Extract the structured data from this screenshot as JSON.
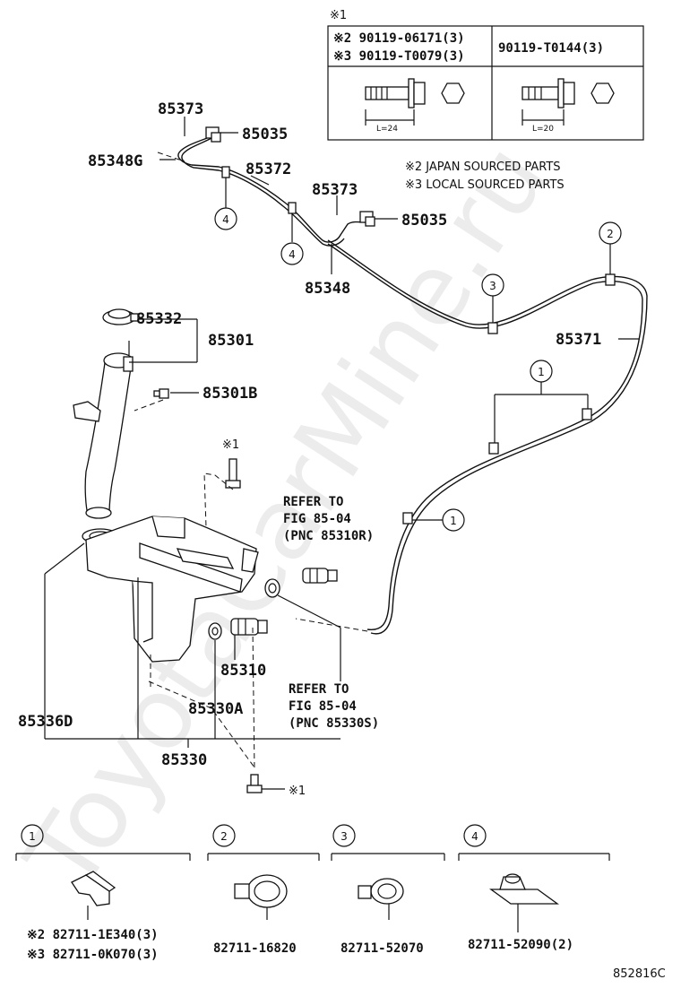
{
  "watermark": "ToyotaCarMine.ru",
  "figure_code": "852816C",
  "fastener_table": {
    "title": "※1",
    "left_rows": [
      "※2 90119-06171(3)",
      "※3 90119-T0079(3)"
    ],
    "right_row": "90119-T0144(3)",
    "left_length": "L=24",
    "right_length": "L=20"
  },
  "notes": [
    "※2 JAPAN SOURCED PARTS",
    "※3 LOCAL SOURCED PARTS"
  ],
  "callouts": {
    "p85373_a": "85373",
    "p85035_a": "85035",
    "p85348g": "85348G",
    "p85372": "85372",
    "p85373_b": "85373",
    "p85035_b": "85035",
    "p85348": "85348",
    "p85371": "85371",
    "p85332": "85332",
    "p85301": "85301",
    "p85301b": "85301B",
    "star1_top": "※1",
    "star1_bottom": "※1",
    "p85310": "85310",
    "p85330a": "85330A",
    "p85336d": "85336D",
    "p85330": "85330"
  },
  "refer_upper": [
    "REFER TO",
    "FIG 85-04",
    "(PNC 85310R)"
  ],
  "refer_lower": [
    "REFER TO",
    "FIG 85-04",
    "(PNC 85330S)"
  ],
  "clip_markers": {
    "m1": "1",
    "m2": "2",
    "m3": "3",
    "m4": "4"
  },
  "clip_panels": [
    {
      "index": "1",
      "lines": [
        "※2 82711-1E340(3)",
        "※3 82711-0K070(3)"
      ]
    },
    {
      "index": "2",
      "lines": [
        "82711-16820"
      ]
    },
    {
      "index": "3",
      "lines": [
        "82711-52070"
      ]
    },
    {
      "index": "4",
      "lines": [
        "82711-52090(2)"
      ]
    }
  ]
}
